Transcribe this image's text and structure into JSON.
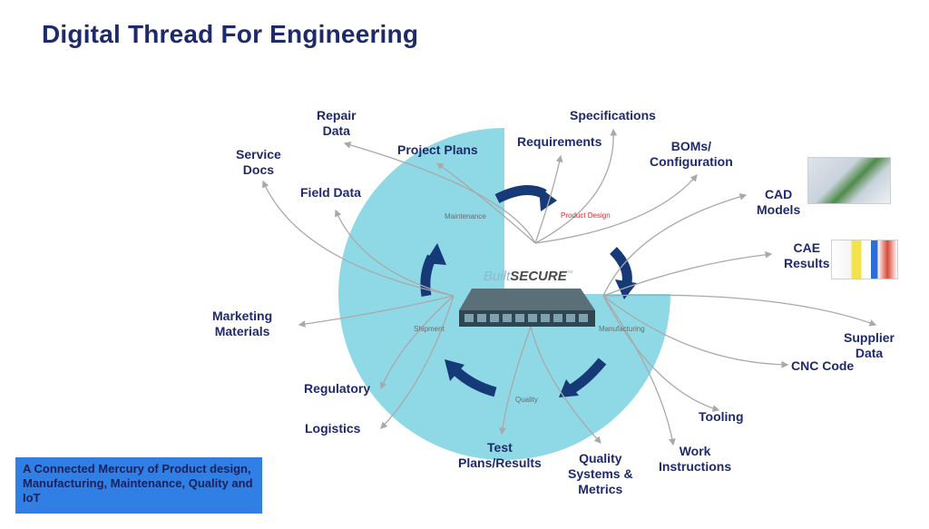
{
  "title": "Digital Thread For Engineering",
  "center": {
    "brand_prefix": "Built",
    "brand_suffix": "SECURE",
    "trademark": "™"
  },
  "stages": {
    "maintenance": "Maintenance",
    "product_design": "Product Design",
    "manufacturing": "Manufacturing",
    "quality": "Quality",
    "shipment": "Shipment"
  },
  "labels": {
    "repair_data": "Repair\nData",
    "specifications": "Specifications",
    "requirements": "Requirements",
    "project_plans": "Project Plans",
    "boms": "BOMs/\nConfiguration",
    "service_docs": "Service\nDocs",
    "field_data": "Field Data",
    "cad_models": "CAD\nModels",
    "cae_results": "CAE\nResults",
    "marketing": "Marketing\nMaterials",
    "supplier_data": "Supplier\nData",
    "cnc_code": "CNC Code",
    "regulatory": "Regulatory",
    "tooling": "Tooling",
    "logistics": "Logistics",
    "work_instructions": "Work\nInstructions",
    "test_plans": "Test\nPlans/Results",
    "quality_systems": "Quality\nSystems &\nMetrics"
  },
  "caption": "A Connected Mercury of Product design, Manufacturing, Maintenance, Quality and IoT",
  "colors": {
    "circle": "#8fd9e6",
    "arrow": "#163a78",
    "text": "#1f2a6b",
    "caption_bg": "#2f7fe4"
  }
}
